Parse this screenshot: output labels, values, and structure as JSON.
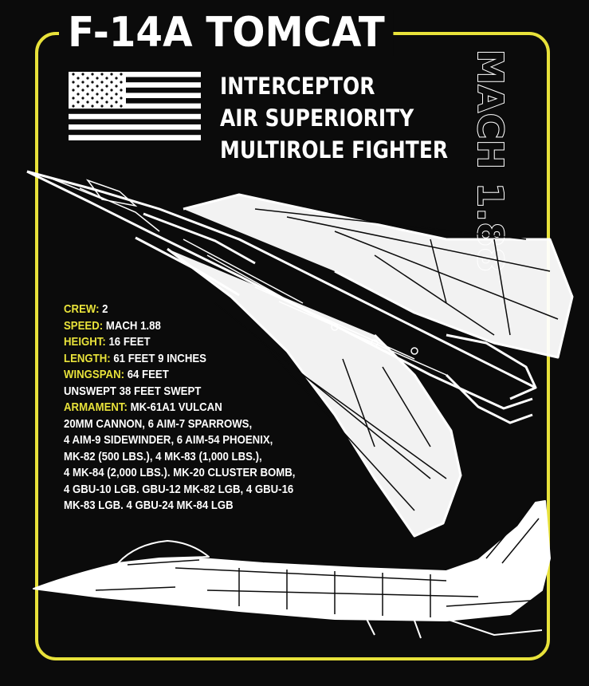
{
  "title": "F-14A TOMCAT",
  "speed_badge": "MACH 1.88",
  "roles": [
    "INTERCEPTOR",
    "AIR SUPERIORITY",
    "MULTIROLE FIGHTER"
  ],
  "specs": {
    "crew": {
      "label": "CREW:",
      "value": "2"
    },
    "speed": {
      "label": "SPEED:",
      "value": "MACH 1.88"
    },
    "height": {
      "label": "HEIGHT:",
      "value": "16 FEET"
    },
    "length": {
      "label": "LENGTH:",
      "value": "61 FEET 9 INCHES"
    },
    "wingspan": {
      "label": "WINGSPAN:",
      "value": "64 FEET"
    },
    "wingspan_extra": "UNSWEPT 38 FEET SWEPT",
    "armament": {
      "label": "ARMAMENT:",
      "value": "MK-61A1 VULCAN"
    },
    "armament_lines": [
      "20MM CANNON, 6 AIM-7 SPARROWS,",
      "4 AIM-9 SIDEWINDER, 6 AIM-54 PHOENIX,",
      "MK-82 (500 LBS.), 4 MK-83 (1,000 LBS.),",
      "4 MK-84 (2,000 LBS.). MK-20 CLUSTER BOMB,",
      "4 GBU-10 LGB. GBU-12 MK-82 LGB, 4 GBU-16",
      "MK-83 LGB. 4 GBU-24 MK-84 LGB"
    ]
  },
  "colors": {
    "accent": "#e8e23a",
    "background": "#0b0b0b",
    "line_art": "#ffffff"
  },
  "icons": [
    "us-flag-icon",
    "f14-top-view-illustration",
    "f14-side-view-illustration"
  ]
}
